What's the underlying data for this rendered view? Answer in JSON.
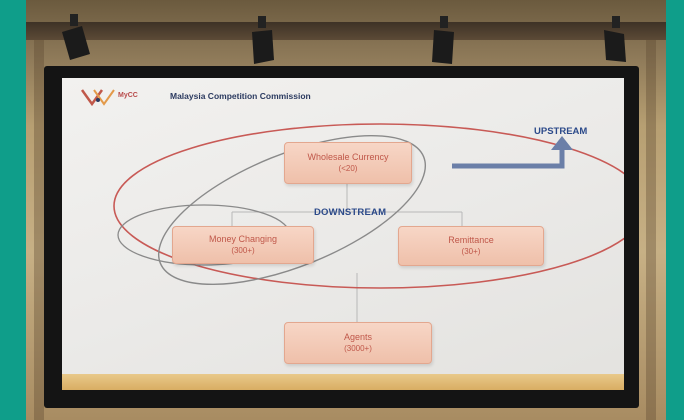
{
  "slide": {
    "logo_text": "MyCC",
    "header": "Malaysia Competition Commission",
    "upstream_label": "UPSTREAM",
    "downstream_label": "DOWNSTREAM",
    "boxes": [
      {
        "title": "Wholesale Currency",
        "count": "(<20)"
      },
      {
        "title": "Money Changing",
        "count": "(300+)"
      },
      {
        "title": "Remittance",
        "count": "(30+)"
      },
      {
        "title": "Agents",
        "count": "(3000+)"
      }
    ]
  },
  "colors": {
    "background": "#0f9e8a",
    "box_fill": "#f2c8b5",
    "ellipse_red": "#c0584a",
    "arrow": "#6b7fa8"
  }
}
